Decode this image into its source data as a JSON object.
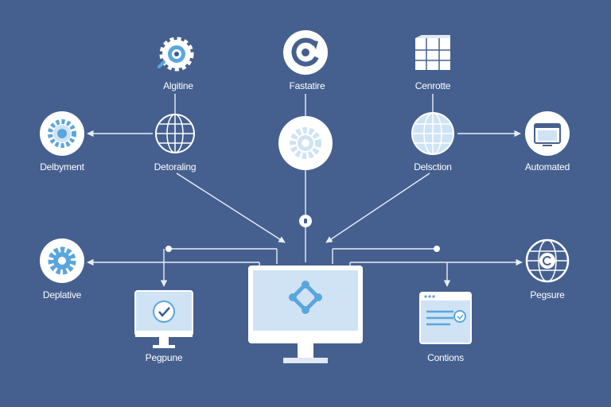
{
  "colors": {
    "background": "#45608f",
    "line": "#e8eef7",
    "icon_light": "#cfe3f5",
    "icon_accent": "#5aa6dc",
    "white": "#ffffff"
  },
  "nodes": [
    {
      "id": "algitine",
      "label": "Algitine",
      "icon": "gear-eye-icon"
    },
    {
      "id": "fastatire",
      "label": "Fastatire",
      "icon": "refresh-icon"
    },
    {
      "id": "cenrotte",
      "label": "Cenrotte",
      "icon": "cube-grid-icon"
    },
    {
      "id": "deloyment",
      "label": "Delbyment",
      "icon": "gear-icon"
    },
    {
      "id": "detoraling",
      "label": "Detoraling",
      "icon": "globe-icon"
    },
    {
      "id": "center-gear",
      "label": "",
      "icon": "gear-icon"
    },
    {
      "id": "deletion",
      "label": "Delsction",
      "icon": "globe-icon"
    },
    {
      "id": "automated",
      "label": "Automated",
      "icon": "browser-window-icon"
    },
    {
      "id": "deplative",
      "label": "Deplative",
      "icon": "gear-icon"
    },
    {
      "id": "pegpune",
      "label": "Pegpune",
      "icon": "checkmark-monitor-icon"
    },
    {
      "id": "central",
      "label": "",
      "icon": "network-monitor-icon"
    },
    {
      "id": "contions",
      "label": "Contions",
      "icon": "document-panel-icon"
    },
    {
      "id": "pegsure",
      "label": "Pegsure",
      "icon": "globe-icon"
    }
  ]
}
